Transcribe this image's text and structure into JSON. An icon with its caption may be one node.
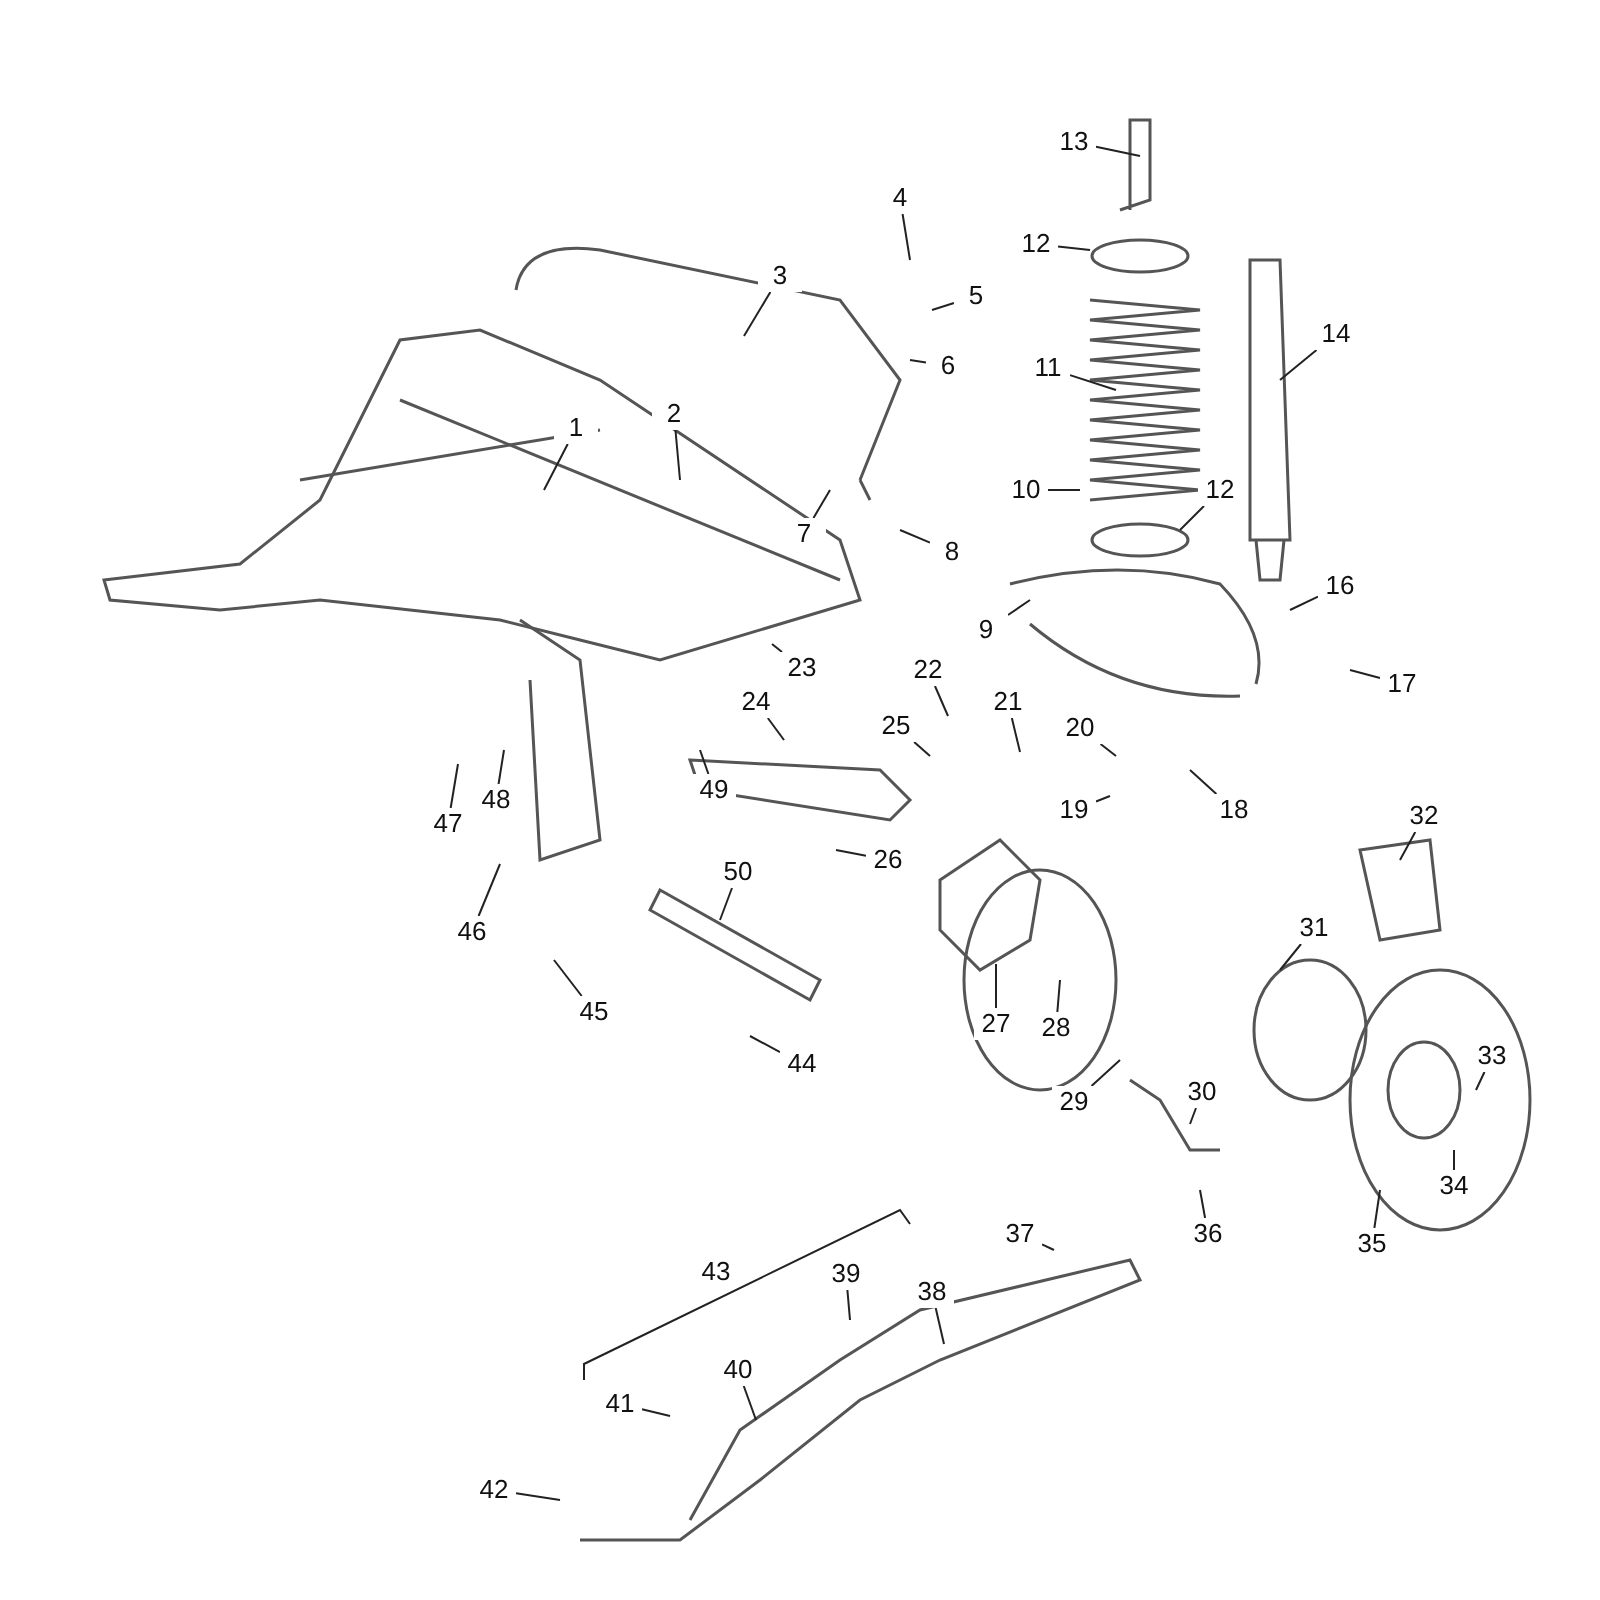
{
  "diagram": {
    "nodes": [
      {
        "text": [
          "1"
        ]
      },
      {
        "text": [
          "2"
        ]
      },
      {
        "text": [
          "3"
        ]
      },
      {
        "text": [
          "4"
        ]
      },
      {
        "text": [
          "5"
        ]
      },
      {
        "text": [
          "6"
        ]
      },
      {
        "text": [
          "7"
        ]
      },
      {
        "text": [
          "8"
        ]
      },
      {
        "text": [
          "9"
        ]
      },
      {
        "text": [
          "10"
        ]
      },
      {
        "text": [
          "11"
        ]
      },
      {
        "text": [
          "12"
        ]
      },
      {
        "text": [
          "12"
        ]
      },
      {
        "text": [
          "13"
        ]
      },
      {
        "text": [
          "14"
        ]
      },
      {
        "text": [
          "16"
        ]
      },
      {
        "text": [
          "17"
        ]
      },
      {
        "text": [
          "18"
        ]
      },
      {
        "text": [
          "19"
        ]
      },
      {
        "text": [
          "20"
        ]
      },
      {
        "text": [
          "21"
        ]
      },
      {
        "text": [
          "22"
        ]
      },
      {
        "text": [
          "23"
        ]
      },
      {
        "text": [
          "24"
        ]
      },
      {
        "text": [
          "25"
        ]
      },
      {
        "text": [
          "26"
        ]
      },
      {
        "text": [
          "27"
        ]
      },
      {
        "text": [
          "28"
        ]
      },
      {
        "text": [
          "29"
        ]
      },
      {
        "text": [
          "30"
        ]
      },
      {
        "text": [
          "31"
        ]
      },
      {
        "text": [
          "32"
        ]
      },
      {
        "text": [
          "33"
        ]
      },
      {
        "text": [
          "34"
        ]
      },
      {
        "text": [
          "35"
        ]
      },
      {
        "text": [
          "36"
        ]
      },
      {
        "text": [
          "37"
        ]
      },
      {
        "text": [
          "38"
        ]
      },
      {
        "text": [
          "39"
        ]
      },
      {
        "text": [
          "40"
        ]
      },
      {
        "text": [
          "41"
        ]
      },
      {
        "text": [
          "42"
        ]
      },
      {
        "text": [
          "44"
        ]
      },
      {
        "text": [
          "45"
        ]
      },
      {
        "text": [
          "46"
        ]
      },
      {
        "text": [
          "47"
        ]
      },
      {
        "text": [
          "48"
        ]
      },
      {
        "text": [
          "49"
        ]
      },
      {
        "text": [
          "50"
        ]
      }
    ],
    "edges": [
      {
        "from": 0,
        "to": null,
        "arrow": "none"
      },
      {
        "from": 1,
        "to": null,
        "arrow": "none"
      },
      {
        "from": 2,
        "to": null,
        "arrow": "none"
      },
      {
        "from": 3,
        "to": null,
        "arrow": "none"
      },
      {
        "from": 4,
        "to": null,
        "arrow": "none"
      },
      {
        "from": 5,
        "to": null,
        "arrow": "none"
      },
      {
        "from": 6,
        "to": null,
        "arrow": "none"
      },
      {
        "from": 7,
        "to": null,
        "arrow": "none"
      },
      {
        "from": 8,
        "to": null,
        "arrow": "none"
      },
      {
        "from": 9,
        "to": null,
        "arrow": "none"
      },
      {
        "from": 10,
        "to": null,
        "arrow": "none"
      },
      {
        "from": 11,
        "to": null,
        "arrow": "none"
      },
      {
        "from": 12,
        "to": null,
        "arrow": "none"
      },
      {
        "from": 13,
        "to": null,
        "arrow": "none"
      },
      {
        "from": 14,
        "to": null,
        "arrow": "none"
      },
      {
        "from": 15,
        "to": null,
        "arrow": "none"
      },
      {
        "from": 16,
        "to": null,
        "arrow": "none"
      },
      {
        "from": 17,
        "to": null,
        "arrow": "none"
      },
      {
        "from": 18,
        "to": null,
        "arrow": "none"
      },
      {
        "from": 19,
        "to": null,
        "arrow": "none"
      },
      {
        "from": 20,
        "to": null,
        "arrow": "none"
      },
      {
        "from": 21,
        "to": null,
        "arrow": "none"
      },
      {
        "from": 22,
        "to": null,
        "arrow": "none"
      },
      {
        "from": 23,
        "to": null,
        "arrow": "none"
      },
      {
        "from": 24,
        "to": null,
        "arrow": "none"
      },
      {
        "from": 25,
        "to": null,
        "arrow": "none"
      },
      {
        "from": 26,
        "to": null,
        "arrow": "none"
      },
      {
        "from": 27,
        "to": null,
        "arrow": "none"
      },
      {
        "from": 28,
        "to": null,
        "arrow": "none"
      },
      {
        "from": 29,
        "to": null,
        "arrow": "none"
      },
      {
        "from": 30,
        "to": null,
        "arrow": "none"
      },
      {
        "from": 31,
        "to": null,
        "arrow": "none"
      },
      {
        "from": 32,
        "to": null,
        "arrow": "none"
      },
      {
        "from": 33,
        "to": null,
        "arrow": "none"
      },
      {
        "from": 34,
        "to": null,
        "arrow": "none"
      },
      {
        "from": 35,
        "to": null,
        "arrow": "none"
      },
      {
        "from": 36,
        "to": null,
        "arrow": "none"
      },
      {
        "from": 37,
        "to": null,
        "arrow": "none"
      },
      {
        "from": 38,
        "to": null,
        "arrow": "none"
      },
      {
        "from": 39,
        "to": null,
        "arrow": "none"
      },
      {
        "from": 40,
        "to": null,
        "arrow": "none"
      },
      {
        "from": 41,
        "to": null,
        "arrow": "none"
      },
      {
        "from": 42,
        "to": null,
        "arrow": "none"
      },
      {
        "from": 43,
        "to": null,
        "arrow": "none"
      },
      {
        "from": 44,
        "to": null,
        "arrow": "none"
      },
      {
        "from": 45,
        "to": null,
        "arrow": "none"
      },
      {
        "from": 46,
        "to": null,
        "arrow": "none"
      },
      {
        "from": 47,
        "to": null,
        "arrow": "none"
      },
      {
        "from": 48,
        "to": null,
        "arrow": "none"
      }
    ],
    "labels": [
      "43"
    ]
  }
}
